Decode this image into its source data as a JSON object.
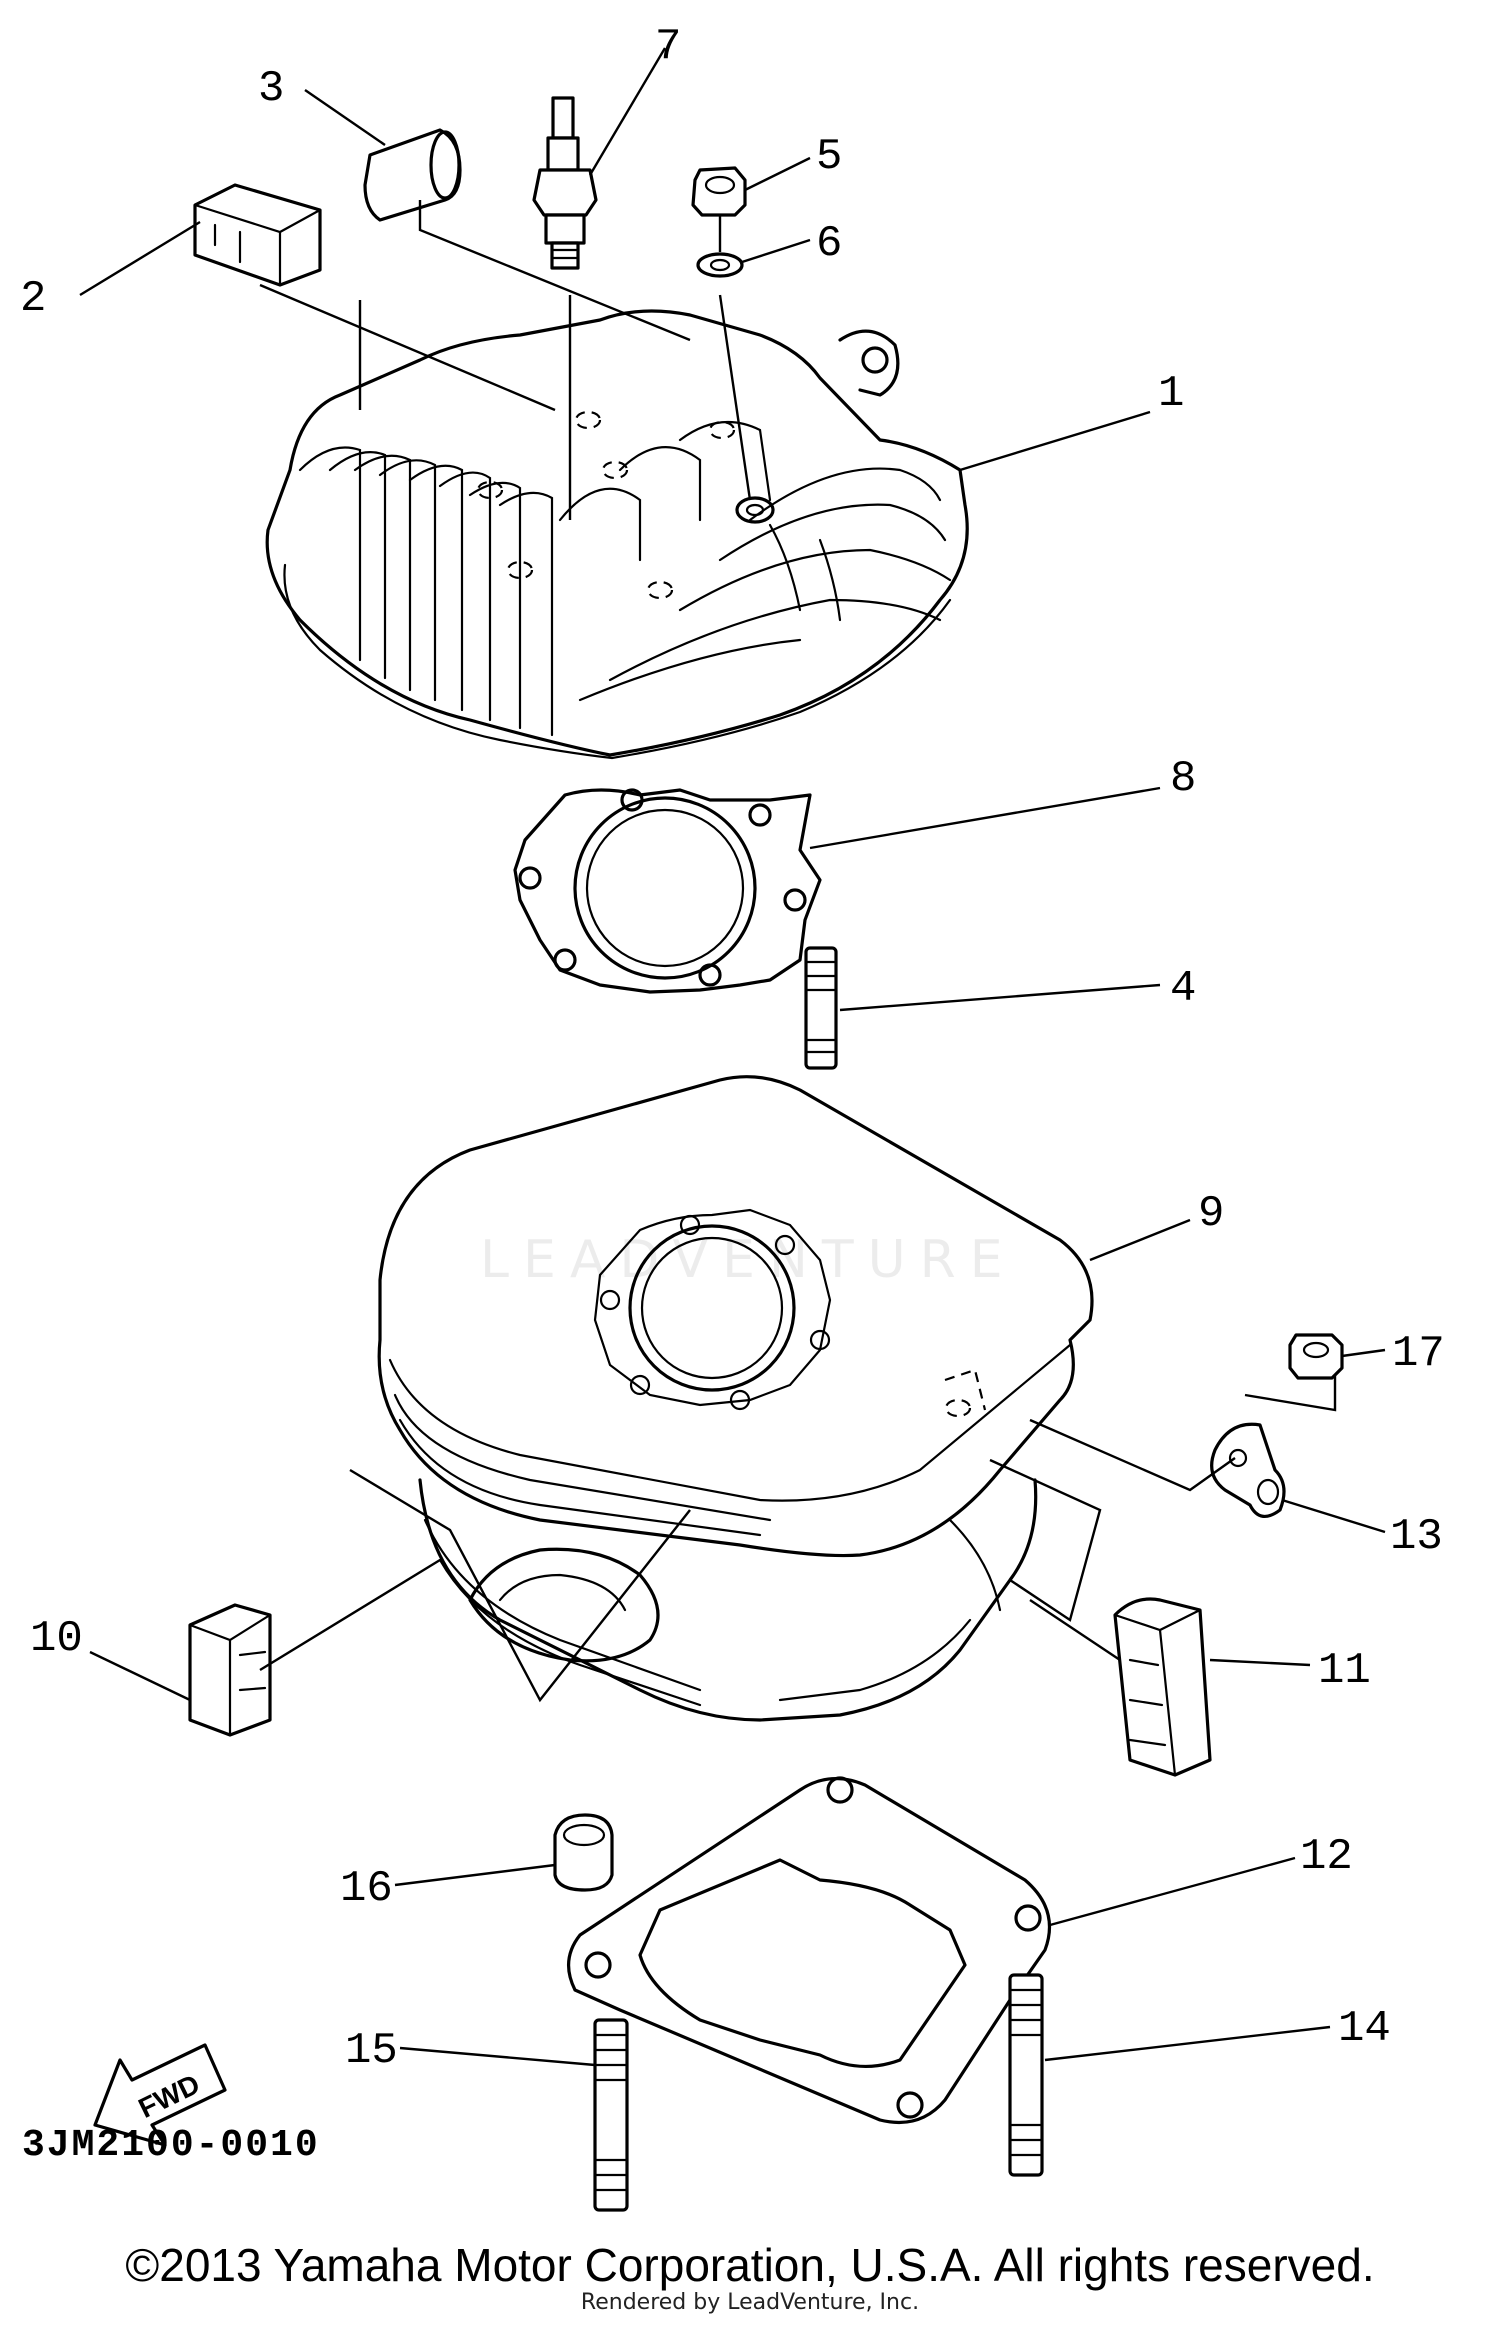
{
  "diagram": {
    "code": "3JM2100-0010",
    "fwd_label": "FWD",
    "callouts": [
      "1",
      "2",
      "3",
      "4",
      "5",
      "6",
      "7",
      "8",
      "9",
      "10",
      "11",
      "12",
      "13",
      "14",
      "15",
      "16",
      "17"
    ]
  },
  "footer": {
    "copyright": "©2013 Yamaha Motor Corporation, U.S.A. All rights reserved.",
    "rendered_by": "Rendered by LeadVenture, Inc."
  },
  "watermark": {
    "text": "LEADVENTURE"
  }
}
